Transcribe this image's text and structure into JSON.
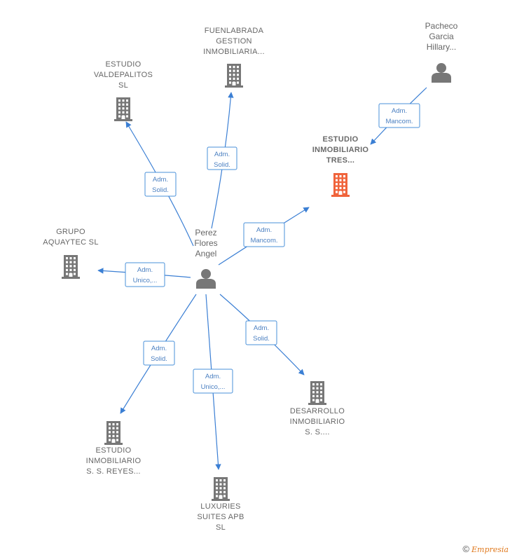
{
  "colors": {
    "edge": "#3b7fd4",
    "building": "#777777",
    "building_main": "#f0643c",
    "person": "#777777"
  },
  "nodes": [
    {
      "id": "fuenlabrada",
      "type": "building",
      "lines": [
        "FUENLABRADA",
        "GESTION",
        "INMOBILIARIA..."
      ]
    },
    {
      "id": "valdepalitos",
      "type": "building",
      "lines": [
        "ESTUDIO",
        "VALDEPALITOS",
        "SL"
      ]
    },
    {
      "id": "tres",
      "type": "building-main",
      "lines": [
        "ESTUDIO",
        "INMOBILIARIO",
        "TRES..."
      ]
    },
    {
      "id": "aquaytec",
      "type": "building",
      "lines": [
        "GRUPO",
        "AQUAYTEC SL"
      ]
    },
    {
      "id": "reyes",
      "type": "building",
      "lines": [
        "ESTUDIO",
        "INMOBILIARIO",
        "S. S. REYES..."
      ]
    },
    {
      "id": "luxuries",
      "type": "building",
      "lines": [
        "LUXURIES",
        "SUITES APB",
        "SL"
      ]
    },
    {
      "id": "desarrollo",
      "type": "building",
      "lines": [
        "DESARROLLO",
        "INMOBILIARIO",
        "S.  S...."
      ]
    },
    {
      "id": "pacheco",
      "type": "person",
      "lines": [
        "Pacheco",
        "Garcia",
        "Hillary..."
      ]
    },
    {
      "id": "perez",
      "type": "person",
      "lines": [
        "Perez",
        "Flores",
        "Angel"
      ]
    }
  ],
  "edges": [
    {
      "from": "perez",
      "to": "fuenlabrada",
      "label": [
        "Adm.",
        "Solid."
      ]
    },
    {
      "from": "perez",
      "to": "valdepalitos",
      "label": [
        "Adm.",
        "Solid."
      ]
    },
    {
      "from": "perez",
      "to": "tres",
      "label": [
        "Adm.",
        "Mancom."
      ]
    },
    {
      "from": "pacheco",
      "to": "tres",
      "label": [
        "Adm.",
        "Mancom."
      ]
    },
    {
      "from": "perez",
      "to": "aquaytec",
      "label": [
        "Adm.",
        "Unico,..."
      ]
    },
    {
      "from": "perez",
      "to": "reyes",
      "label": [
        "Adm.",
        "Solid."
      ]
    },
    {
      "from": "perez",
      "to": "luxuries",
      "label": [
        "Adm.",
        "Unico,..."
      ]
    },
    {
      "from": "perez",
      "to": "desarrollo",
      "label": [
        "Adm.",
        "Solid."
      ]
    }
  ],
  "footer": {
    "copyright": "©",
    "brand": "Empresia"
  }
}
